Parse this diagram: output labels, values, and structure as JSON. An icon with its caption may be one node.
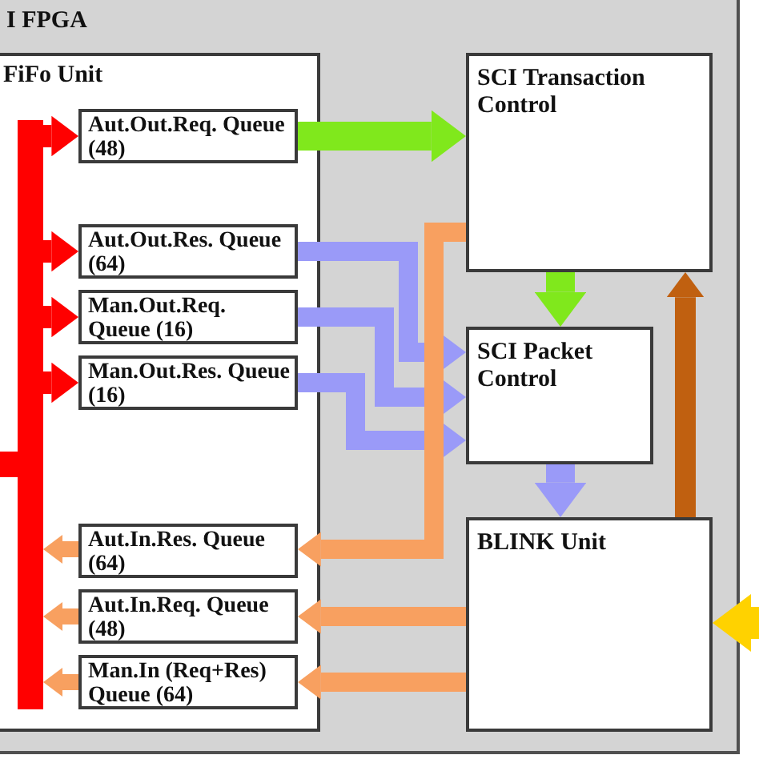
{
  "diagram": {
    "nodes": [
      {
        "text": [
          "I FPGA"
        ]
      },
      {
        "text": [
          "FiFo Unit"
        ],
        "in": 0
      },
      {
        "text": [
          "Aut.Out.Req. Queue (48)"
        ],
        "in": 1
      },
      {
        "text": [
          "Aut.Out.Res. Queue (64)"
        ],
        "in": 1
      },
      {
        "text": [
          "Man.Out.Req. Queue (16)"
        ],
        "in": 1
      },
      {
        "text": [
          "Man.Out.Res. Queue (16)"
        ],
        "in": 1
      },
      {
        "text": [
          "Aut.In.Res. Queue (64)"
        ],
        "in": 1
      },
      {
        "text": [
          "Aut.In.Req. Queue (48)"
        ],
        "in": 1
      },
      {
        "text": [
          "Man.In (Req+Res) Queue (64)"
        ],
        "in": 1
      },
      {
        "text": [
          "SCI Transaction Control"
        ],
        "in": 0
      },
      {
        "text": [
          "SCI Packet Control"
        ],
        "in": 0
      },
      {
        "text": [
          "BLINK Unit"
        ],
        "in": 0
      },
      {
        "text": [],
        "shape": "bar",
        "in": 1
      }
    ],
    "edges": [
      {
        "from": null,
        "to": 12,
        "arrow": "none",
        "color": "#ff0000"
      },
      {
        "from": 12,
        "to": 2,
        "arrow": "to",
        "color": "#ff0000"
      },
      {
        "from": 12,
        "to": 3,
        "arrow": "to",
        "color": "#ff0000"
      },
      {
        "from": 12,
        "to": 4,
        "arrow": "to",
        "color": "#ff0000"
      },
      {
        "from": 12,
        "to": 5,
        "arrow": "to",
        "color": "#ff0000"
      },
      {
        "from": 2,
        "to": 9,
        "arrow": "to",
        "color": "#80e81c"
      },
      {
        "from": 3,
        "to": 10,
        "arrow": "to",
        "color": "#9a9af8"
      },
      {
        "from": 4,
        "to": 10,
        "arrow": "to",
        "color": "#9a9af8"
      },
      {
        "from": 5,
        "to": 10,
        "arrow": "to",
        "color": "#9a9af8"
      },
      {
        "from": 9,
        "to": 10,
        "arrow": "to",
        "color": "#80e81c"
      },
      {
        "from": 10,
        "to": 11,
        "arrow": "to",
        "color": "#9a9af8"
      },
      {
        "from": 11,
        "to": 9,
        "arrow": "to",
        "color": "#c06010"
      },
      {
        "from": null,
        "to": 11,
        "arrow": "to",
        "color": "#ffd200"
      },
      {
        "from": 9,
        "to": 6,
        "arrow": "to",
        "color": "#f8a060"
      },
      {
        "from": 11,
        "to": 7,
        "arrow": "to",
        "color": "#f8a060"
      },
      {
        "from": 11,
        "to": 8,
        "arrow": "to",
        "color": "#f8a060"
      },
      {
        "from": 6,
        "to": 12,
        "arrow": "to",
        "color": "#f8a060"
      },
      {
        "from": 7,
        "to": 12,
        "arrow": "to",
        "color": "#f8a060"
      },
      {
        "from": 8,
        "to": 12,
        "arrow": "to",
        "color": "#f8a060"
      }
    ]
  }
}
